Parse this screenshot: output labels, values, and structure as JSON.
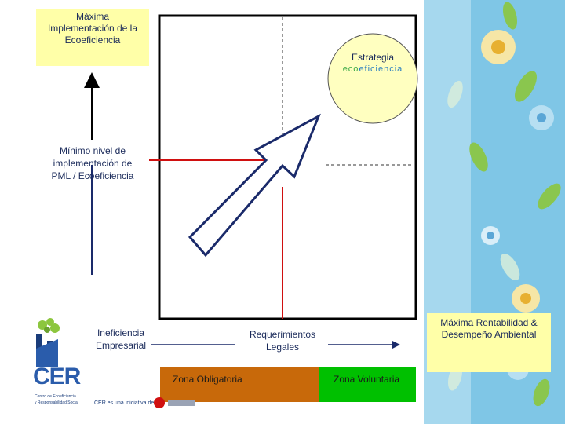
{
  "top_box": {
    "line1": "Máxima",
    "line2": "Implementación de la",
    "line3": "Ecoeficiencia"
  },
  "min_level": {
    "line1": "Mínimo nivel de",
    "line2": "implementación de",
    "line3": "PML / Ecoeficiencia"
  },
  "circle": {
    "title": "Estrategia",
    "subtitle_eco": "eco",
    "subtitle_rest": "eficiencia"
  },
  "bottom_left": {
    "line1": "Ineficiencia",
    "line2": "Empresarial"
  },
  "bottom_center": {
    "line1": "Requerimientos",
    "line2": "Legales"
  },
  "bottom_right_box": {
    "line1": "Máxima Rentabilidad &",
    "line2": "Desempeño Ambiental"
  },
  "zones": {
    "obligatory": "Zona Obligatoria",
    "voluntary": "Zona Voluntaria"
  },
  "logo": {
    "mark": "CER",
    "line1": "Centro de Ecoeficiencia",
    "line2": "y Responsabilidad Social",
    "initiative": "CER es una iniciativa de"
  },
  "colors": {
    "yellow_box": "#ffffa8",
    "zone_obligatory": "#c8690a",
    "zone_voluntary": "#00c000",
    "axis_red": "#d01010",
    "axis_navy": "#1a2a6a",
    "circle_fill": "#ffffc0"
  }
}
